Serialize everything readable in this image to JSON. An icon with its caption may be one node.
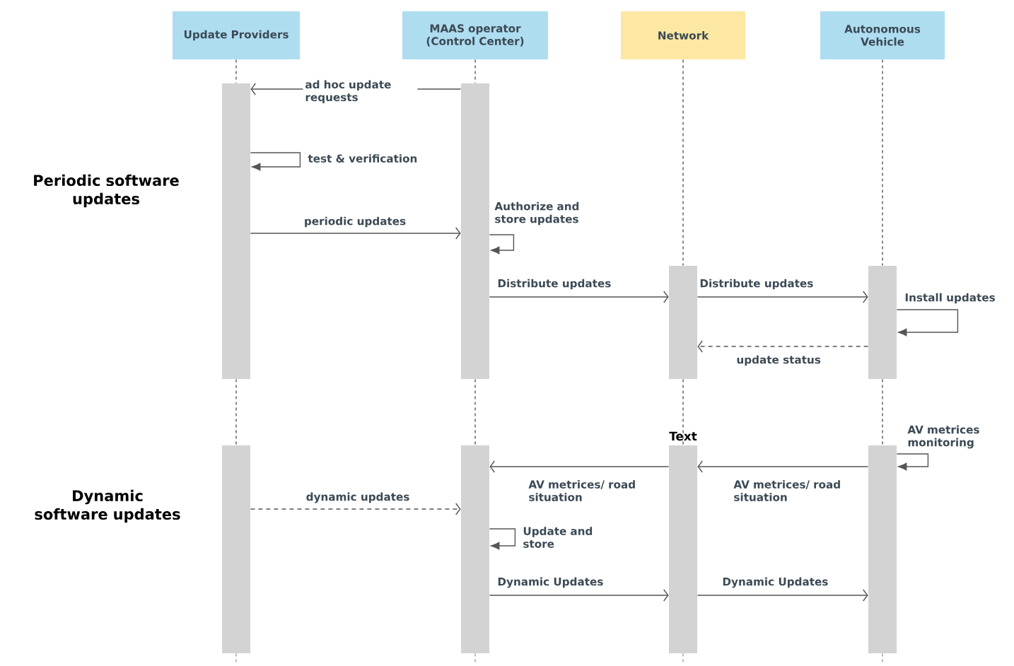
{
  "diagram": {
    "nodes": [
      {
        "text": [
          "Update Providers"
        ]
      },
      {
        "text": [
          "MAAS operator (Control Center)"
        ]
      },
      {
        "text": [
          "Network"
        ]
      },
      {
        "text": [
          "Autonomous Vehicle"
        ]
      },
      {
        "text": [],
        "shape": "bar"
      },
      {
        "text": [],
        "shape": "bar"
      },
      {
        "text": [],
        "shape": "bar"
      },
      {
        "text": [],
        "shape": "bar"
      },
      {
        "text": [],
        "shape": "bar"
      },
      {
        "text": [],
        "shape": "bar"
      },
      {
        "text": [],
        "shape": "bar",
        "beside": [
          "Text"
        ]
      },
      {
        "text": [],
        "shape": "bar"
      }
    ],
    "edges": [
      {
        "from": 5,
        "to": 4,
        "arrow": "to",
        "label": "ad hoc update requests"
      },
      {
        "from": 4,
        "to": 4,
        "arrow": "to",
        "label": "test & verification"
      },
      {
        "from": 4,
        "to": 5,
        "arrow": "to",
        "label": "periodic updates"
      },
      {
        "from": 5,
        "to": 5,
        "arrow": "to",
        "label": "Authorize and store updates"
      },
      {
        "from": 5,
        "to": 6,
        "arrow": "to",
        "label": "Distribute updates"
      },
      {
        "from": 6,
        "to": 7,
        "arrow": "to",
        "label": "Distribute updates"
      },
      {
        "from": 7,
        "to": 7,
        "arrow": "to",
        "label": "Install updates"
      },
      {
        "from": 7,
        "to": 6,
        "arrow": "to",
        "label": "update status",
        "style": "dashed"
      },
      {
        "from": 11,
        "to": 11,
        "arrow": "to",
        "label": "AV metrices monitoring"
      },
      {
        "from": 11,
        "to": 10,
        "arrow": "to",
        "label": "AV metrices/ road situation"
      },
      {
        "from": 10,
        "to": 9,
        "arrow": "to",
        "label": "AV metrices/ road situation"
      },
      {
        "from": 8,
        "to": 9,
        "arrow": "to",
        "label": "dynamic updates",
        "style": "dashed"
      },
      {
        "from": 9,
        "to": 9,
        "arrow": "to",
        "label": "Update and store"
      },
      {
        "from": 9,
        "to": 10,
        "arrow": "to",
        "label": "Dynamic Updates"
      },
      {
        "from": 10,
        "to": 11,
        "arrow": "to",
        "label": "Dynamic Updates"
      },
      {
        "from": 0,
        "to": 4,
        "arrow": "none",
        "style": "dashed"
      },
      {
        "from": 4,
        "to": 8,
        "arrow": "none",
        "style": "dashed"
      },
      {
        "from": 1,
        "to": 5,
        "arrow": "none",
        "style": "dashed"
      },
      {
        "from": 5,
        "to": 9,
        "arrow": "none",
        "style": "dashed"
      },
      {
        "from": 2,
        "to": 6,
        "arrow": "none",
        "style": "dashed"
      },
      {
        "from": 6,
        "to": 10,
        "arrow": "none",
        "style": "dashed"
      },
      {
        "from": 3,
        "to": 7,
        "arrow": "none",
        "style": "dashed"
      },
      {
        "from": 7,
        "to": 11,
        "arrow": "none",
        "style": "dashed"
      }
    ],
    "labels": [
      "Periodic software updates",
      "Dynamic software updates"
    ]
  }
}
